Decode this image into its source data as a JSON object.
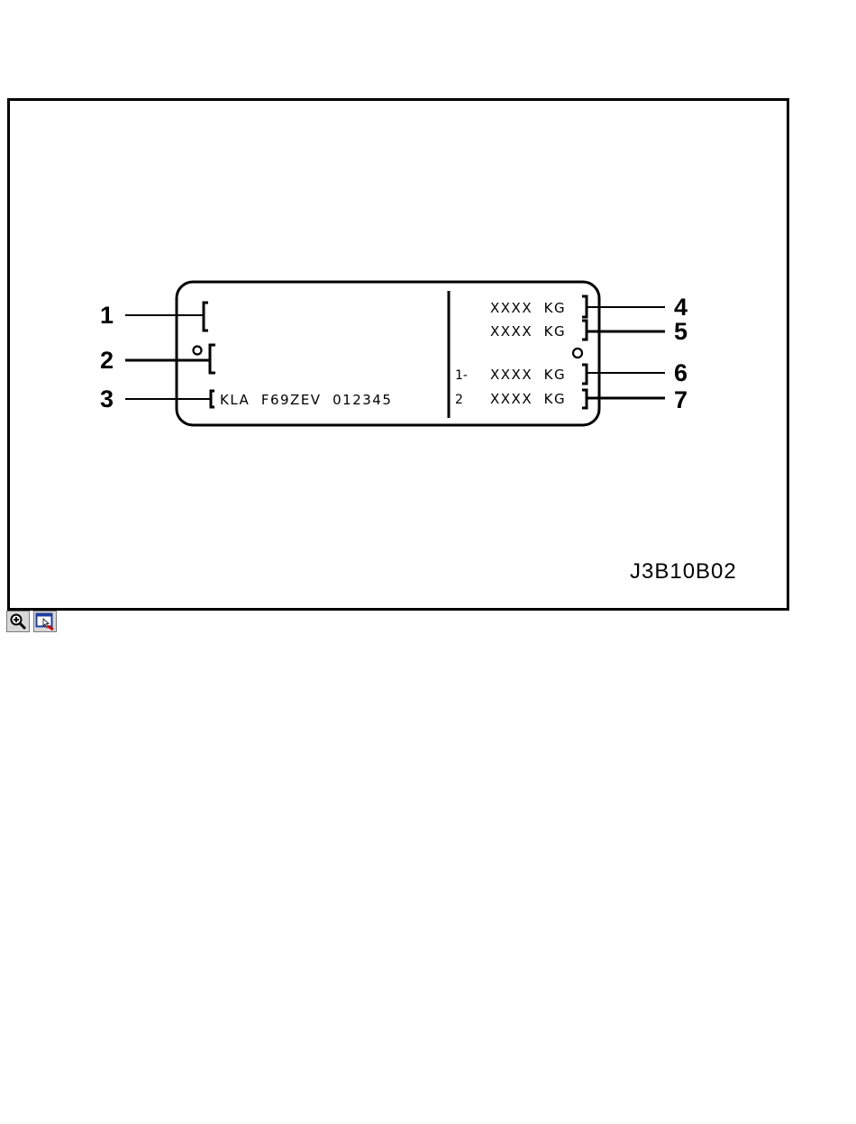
{
  "figure": {
    "code": "J3B10B02"
  },
  "plate": {
    "vin_line": "KLA  F69ZEV  012345",
    "weights": {
      "w4": "XXXX  KG",
      "w5": "XXXX  KG",
      "w6": "XXXX  KG",
      "w7": "XXXX  KG"
    },
    "axle_prefix_1": "1-",
    "axle_prefix_2": "2",
    "circle_mark_left": "o",
    "circle_mark_right": "o"
  },
  "callouts": {
    "c1": "1",
    "c2": "2",
    "c3": "3",
    "c4": "4",
    "c5": "5",
    "c6": "6",
    "c7": "7"
  },
  "toolbar": {
    "zoom_icon": "zoom-in-icon",
    "select_icon": "window-select-icon"
  }
}
